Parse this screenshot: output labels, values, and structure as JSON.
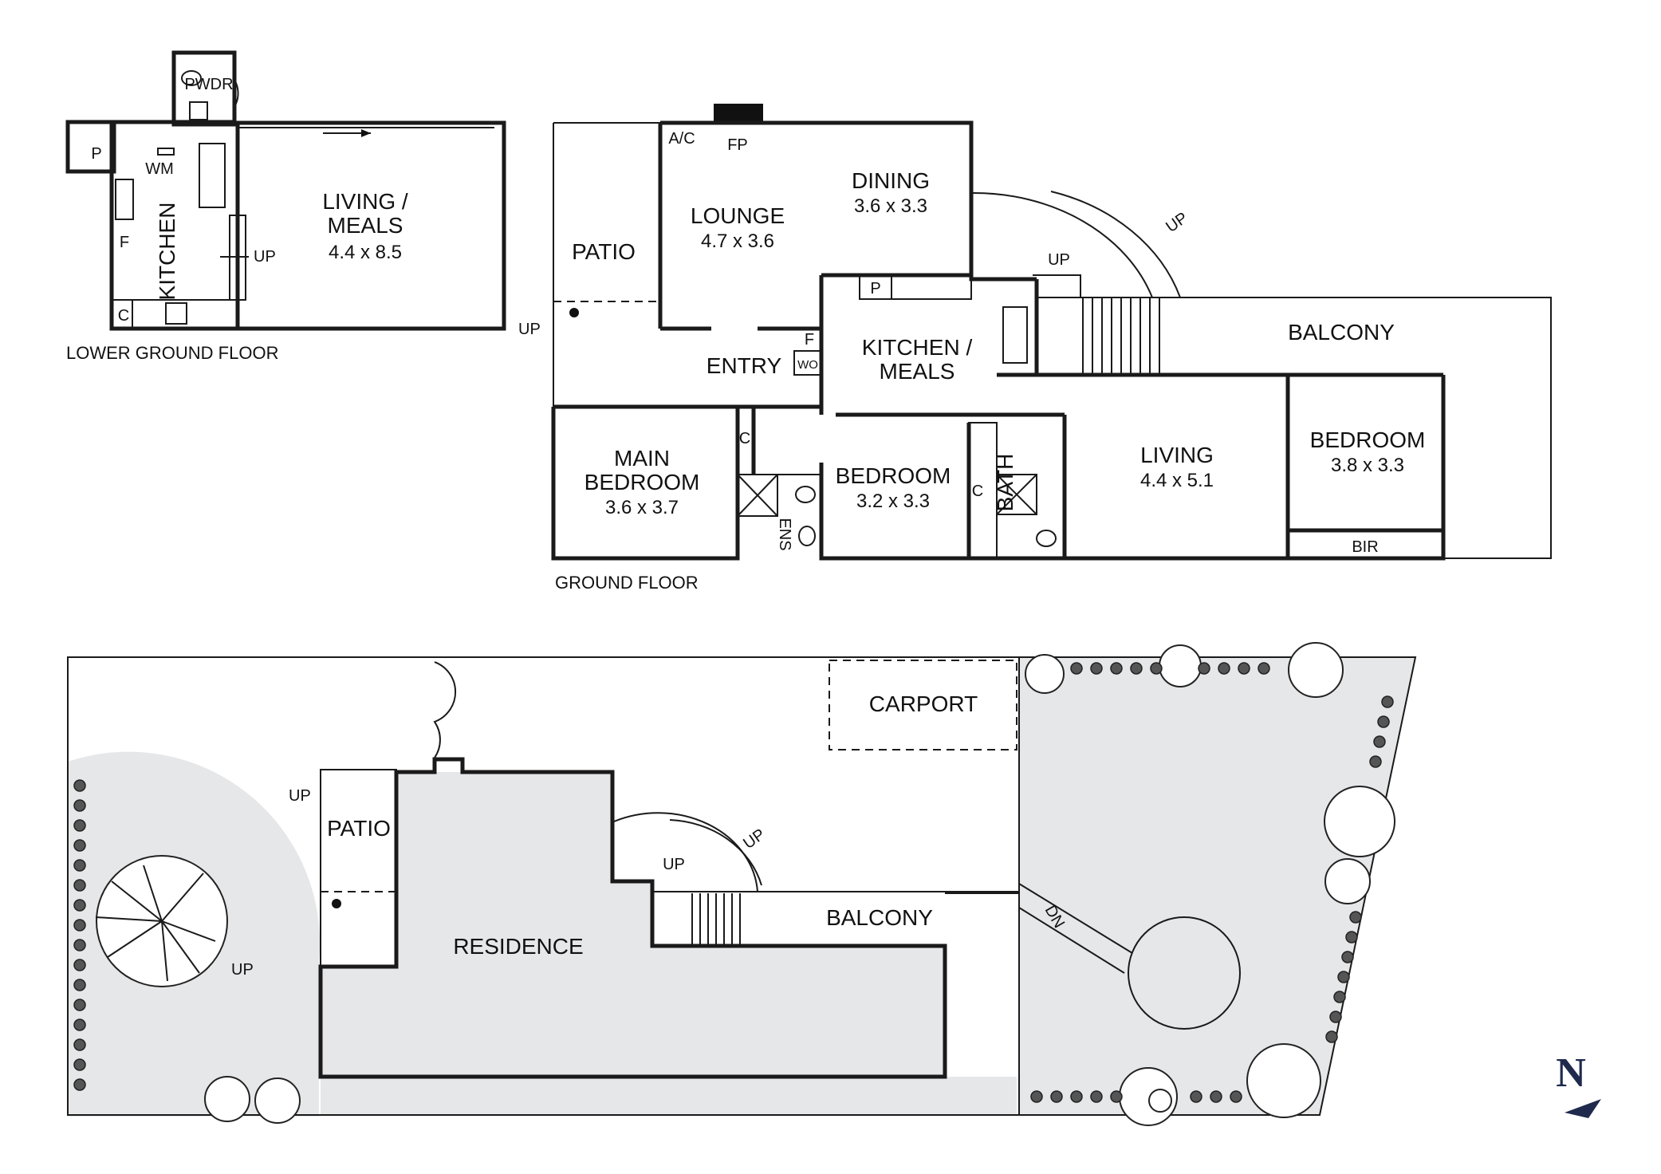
{
  "lower_ground_floor": {
    "caption": "LOWER GROUND FLOOR",
    "pwdr": "PWDR",
    "p": "P",
    "wm": "WM",
    "kitchen": "KITCHEN",
    "f": "F",
    "c": "C",
    "up": "UP",
    "living_meals_1": "LIVING /",
    "living_meals_2": "MEALS",
    "living_meals_dim": "4.4 x 8.5"
  },
  "ground_floor": {
    "caption": "GROUND FLOOR",
    "ac": "A/C",
    "fp": "FP",
    "lounge": "LOUNGE",
    "lounge_dim": "4.7 x 3.6",
    "dining": "DINING",
    "dining_dim": "3.6 x 3.3",
    "patio": "PATIO",
    "up_patio": "UP",
    "up_stairs": "UP",
    "up_deck": "UP",
    "p": "P",
    "kitchen_meals_1": "KITCHEN /",
    "kitchen_meals_2": "MEALS",
    "f": "F",
    "wo": "WO",
    "entry": "ENTRY",
    "balcony": "BALCONY",
    "main_bedroom_1": "MAIN",
    "main_bedroom_2": "BEDROOM",
    "main_bedroom_dim": "3.6 x 3.7",
    "c1": "C",
    "ens": "ENS",
    "bedroom_a": "BEDROOM",
    "bedroom_a_dim": "3.2 x 3.3",
    "bath": "BATH",
    "c2": "C",
    "living": "LIVING",
    "living_dim": "4.4 x 5.1",
    "bedroom_b": "BEDROOM",
    "bedroom_b_dim": "3.8 x 3.3",
    "bir": "BIR"
  },
  "site_plan": {
    "carport": "CARPORT",
    "patio": "PATIO",
    "up_patio": "UP",
    "up_deck": "UP",
    "up_stairs": "UP",
    "up_garden": "UP",
    "residence": "RESIDENCE",
    "balcony": "BALCONY",
    "dn": "DN"
  },
  "compass": {
    "letter": "N"
  },
  "colors": {
    "wall": "#1a1a1a",
    "garden_shade": "#e6e7e9",
    "compass": "#1f2a4d"
  }
}
